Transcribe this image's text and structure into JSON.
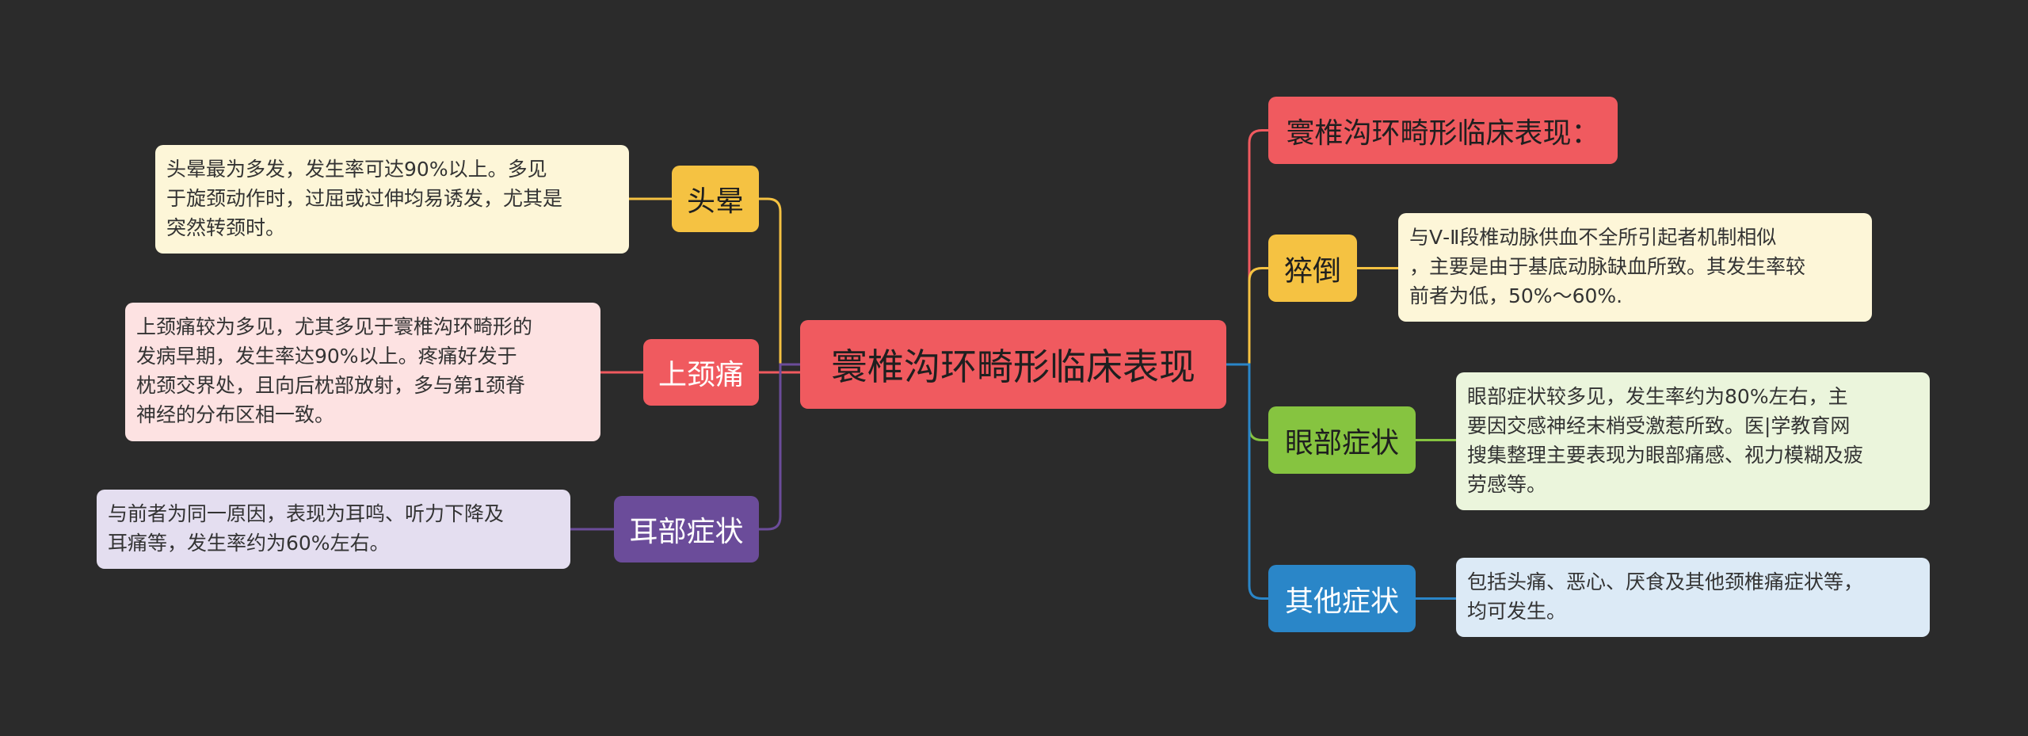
{
  "central": {
    "label": "寰椎沟环畸形临床表现",
    "color": "#f05a5f"
  },
  "branches": {
    "dizzy": {
      "label": "头晕",
      "color": "#f5c242",
      "leaf": {
        "text": "头晕最为多发，发生率可达90%以上。多见\n于旋颈动作时，过屈或过伸均易诱发，尤其是\n突然转颈时。",
        "bg": "#fdf6d8"
      }
    },
    "neck": {
      "label": "上颈痛",
      "color": "#f05a5f",
      "leaf": {
        "text": "上颈痛较为多见，尤其多见于寰椎沟环畸形的\n发病早期，发生率达90%以上。疼痛好发于\n枕颈交界处，且向后枕部放射，多与第1颈脊\n神经的分布区相一致。",
        "bg": "#fde2e2"
      }
    },
    "ear": {
      "label": "耳部症状",
      "color": "#6b4c9a",
      "leaf": {
        "text": "与前者为同一原因，表现为耳鸣、听力下降及\n耳痛等，发生率约为60%左右。",
        "bg": "#e4def0"
      }
    },
    "title": {
      "label": "寰椎沟环畸形临床表现：",
      "color": "#f05a5f"
    },
    "fall": {
      "label": "猝倒",
      "color": "#f5c242",
      "leaf": {
        "text": "与Ⅴ-Ⅱ段椎动脉供血不全所引起者机制相似\n，主要是由于基底动脉缺血所致。其发生率较\n前者为低，50%～60%.",
        "bg": "#fdf6d8"
      }
    },
    "eye": {
      "label": "眼部症状",
      "color": "#86c440",
      "leaf": {
        "text": "眼部症状较多见，发生率约为80%左右，主\n要因交感神经末梢受激惹所致。医|学教育网\n搜集整理主要表现为眼部痛感、视力模糊及疲\n劳感等。",
        "bg": "#ebf5dc"
      }
    },
    "other": {
      "label": "其他症状",
      "color": "#2a86c8",
      "leaf": {
        "text": "包括头痛、恶心、厌食及其他颈椎痛症状等，\n均可发生。",
        "bg": "#dceaf6"
      }
    }
  }
}
